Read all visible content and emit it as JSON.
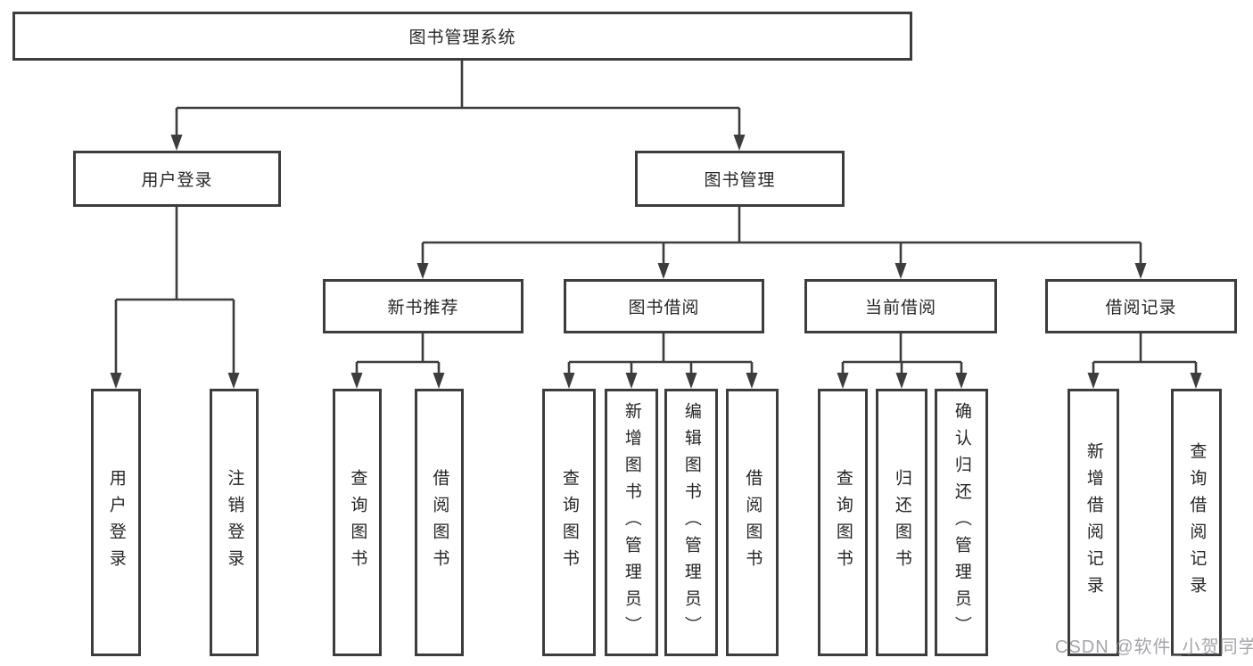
{
  "tree": {
    "label": "图书管理系统",
    "children": [
      {
        "label": "用户登录",
        "children": [
          {
            "label": "用户登录"
          },
          {
            "label": "注销登录"
          }
        ]
      },
      {
        "label": "图书管理",
        "children": [
          {
            "label": "新书推荐",
            "children": [
              {
                "label": "查询图书"
              },
              {
                "label": "借阅图书"
              }
            ]
          },
          {
            "label": "图书借阅",
            "children": [
              {
                "label": "查询图书"
              },
              {
                "label": "新增图书（管理员）"
              },
              {
                "label": "编辑图书（管理员）"
              },
              {
                "label": "借阅图书"
              }
            ]
          },
          {
            "label": "当前借阅",
            "children": [
              {
                "label": "查询图书"
              },
              {
                "label": "归还图书"
              },
              {
                "label": "确认归还（管理员）"
              }
            ]
          },
          {
            "label": "借阅记录",
            "children": [
              {
                "label": "新增借阅记录"
              },
              {
                "label": "查询借阅记录"
              }
            ]
          }
        ]
      }
    ]
  },
  "watermark": {
    "text": "CSDN @软件_小贺同学"
  },
  "colors": {
    "line": "#3d3d3d",
    "border": "#3d3d3d",
    "text": "#262626",
    "background": "#ffffff",
    "watermark": "#8b8b93"
  }
}
